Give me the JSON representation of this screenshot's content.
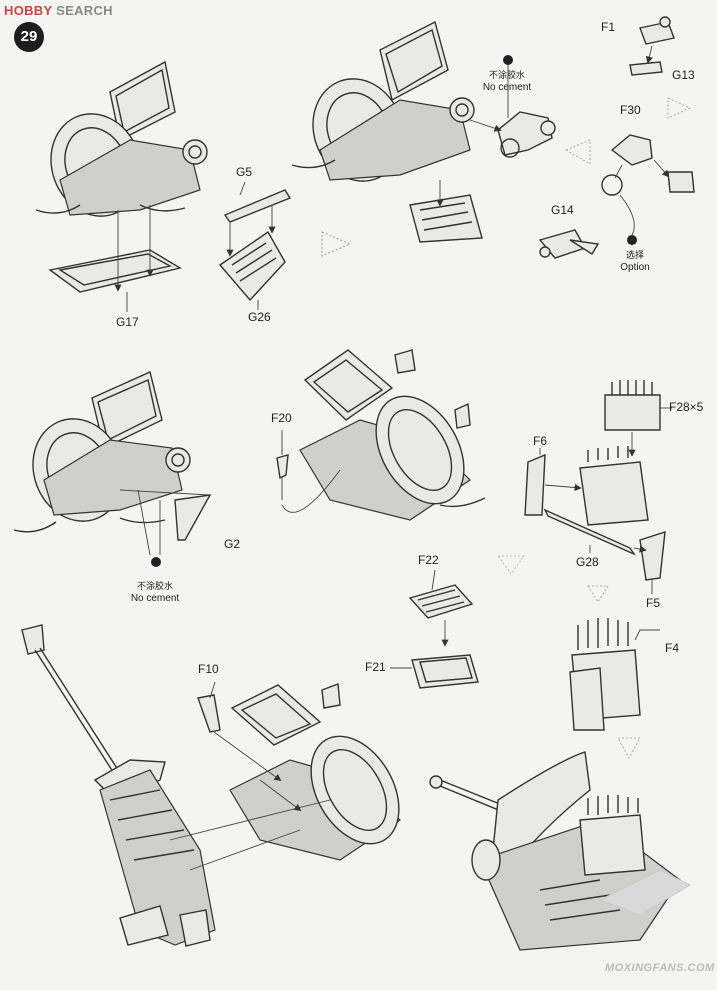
{
  "watermark_top": {
    "part1": "HOBBY",
    "part2": " SEARCH"
  },
  "watermark_bottom": "MOXINGFANS.COM",
  "step_number": "29",
  "labels": {
    "F1": "F1",
    "G13": "G13",
    "F30": "F30",
    "G14": "G14",
    "G5": "G5",
    "G26": "G26",
    "G17": "G17",
    "F20": "F20",
    "F28x5": "F28×5",
    "F6": "F6",
    "G28": "G28",
    "F5": "F5",
    "G2": "G2",
    "F22": "F22",
    "F21": "F21",
    "F10": "F10",
    "F4": "F4"
  },
  "notes": {
    "no_cement_1": {
      "cn": "不涂胶水",
      "en": "No cement"
    },
    "option": {
      "cn": "选择",
      "en": "Option"
    },
    "no_cement_2": {
      "cn": "不涂胶水",
      "en": "No cement"
    }
  },
  "colors": {
    "background": "#f4f4f2",
    "line": "#333333",
    "badge": "#1e1e1e"
  }
}
